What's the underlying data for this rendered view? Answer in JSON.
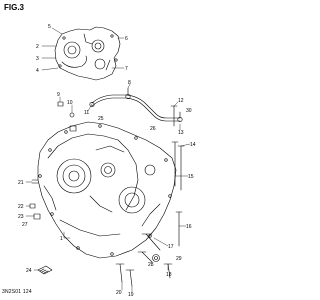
{
  "figure": {
    "title": "FIG.3",
    "code": "3N2S01 124"
  },
  "callouts": [
    "1",
    "2",
    "3",
    "4",
    "5",
    "6",
    "7",
    "8",
    "9",
    "10",
    "11",
    "12",
    "13",
    "14",
    "15",
    "16",
    "17",
    "18",
    "19",
    "20",
    "21",
    "22",
    "23",
    "24",
    "25",
    "26",
    "27",
    "28",
    "29",
    "30"
  ]
}
